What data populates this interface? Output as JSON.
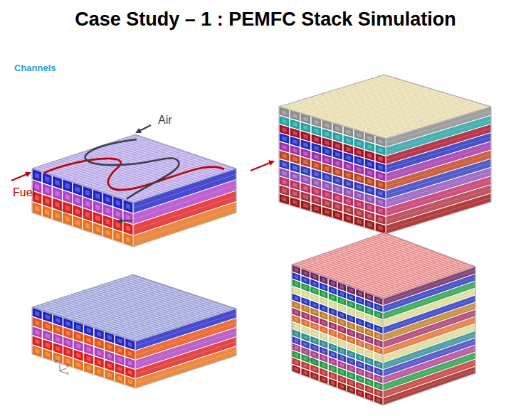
{
  "diagram": {
    "title": "Case Study – 1 : PEMFC Stack Simulation",
    "labels": [
      "Channels",
      "Air",
      "Fuel",
      "z",
      "y",
      "x",
      "z",
      "y",
      "x",
      "z",
      "y",
      "x",
      "z",
      "y",
      "x"
    ]
  }
}
